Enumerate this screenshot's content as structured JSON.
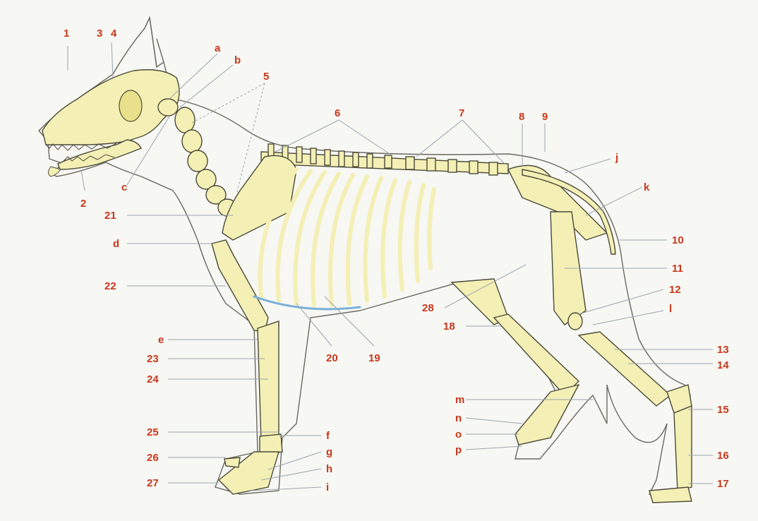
{
  "colors": {
    "label": "#c8381d",
    "bone": "#f4efb4",
    "bone_dark": "#e8e08a",
    "outline": "#6a6a60",
    "leader": "#9aa6b0",
    "blue_edge": "#7ab0d8",
    "background": "#f7f7f3"
  },
  "labels": {
    "n1": "1",
    "n2": "2",
    "n3": "3",
    "n4": "4",
    "n5": "5",
    "n6": "6",
    "n7": "7",
    "n8": "8",
    "n9": "9",
    "n10": "10",
    "n11": "11",
    "n12": "12",
    "n13": "13",
    "n14": "14",
    "n15": "15",
    "n16": "16",
    "n17": "17",
    "n18": "18",
    "n19": "19",
    "n20": "20",
    "n21": "21",
    "n22": "22",
    "n23": "23",
    "n24": "24",
    "n25": "25",
    "n26": "26",
    "n27": "27",
    "n28": "28",
    "a": "a",
    "b": "b",
    "c": "c",
    "d": "d",
    "e": "e",
    "f": "f",
    "g": "g",
    "h": "h",
    "i": "i",
    "j": "j",
    "k": "k",
    "l": "l",
    "m": "m",
    "n": "n",
    "o": "o",
    "p": "p"
  }
}
